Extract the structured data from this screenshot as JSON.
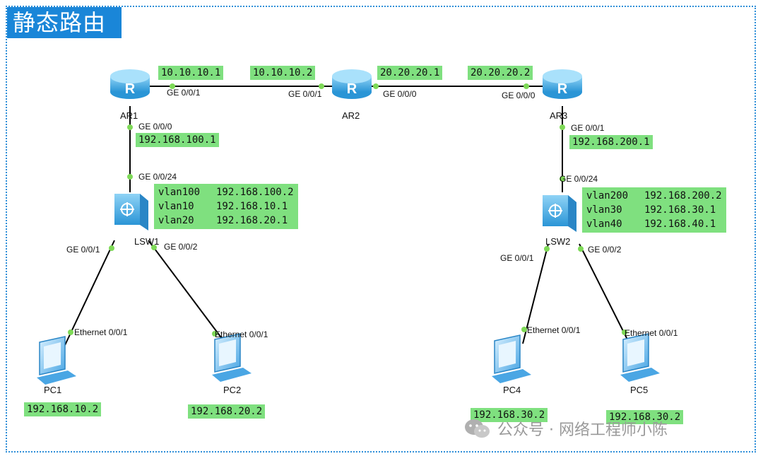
{
  "title": "静态路由",
  "devices": {
    "ar1": "AR1",
    "ar2": "AR2",
    "ar3": "AR3",
    "lsw1": "LSW1",
    "lsw2": "LSW2",
    "pc1": "PC1",
    "pc2": "PC2",
    "pc4": "PC4",
    "pc5": "PC5"
  },
  "ports": {
    "ar1_ge001": "GE 0/0/1",
    "ar2_ge001": "GE 0/0/1",
    "ar2_ge000": "GE 0/0/0",
    "ar3_ge000": "GE 0/0/0",
    "ar1_ge000": "GE 0/0/0",
    "lsw1_ge0024": "GE 0/0/24",
    "ar3_ge001": "GE 0/0/1",
    "lsw2_ge0024": "GE 0/0/24",
    "lsw1_ge001": "GE 0/0/1",
    "lsw1_ge002": "GE 0/0/2",
    "lsw2_ge001": "GE 0/0/1",
    "lsw2_ge002": "GE 0/0/2",
    "pc1_eth": "Ethernet 0/0/1",
    "pc2_eth": "Ethernet 0/0/1",
    "pc4_eth": "Ethernet 0/0/1",
    "pc5_eth": "Ethernet 0/0/1"
  },
  "ips": {
    "ar1_ge001": "10.10.10.1",
    "ar2_ge001": "10.10.10.2",
    "ar2_ge000": "20.20.20.1",
    "ar3_ge000": "20.20.20.2",
    "ar1_ge000": "192.168.100.1",
    "ar3_ge001": "192.168.200.1",
    "pc1": "192.168.10.2",
    "pc2": "192.168.20.2",
    "pc4": "192.168.30.2",
    "pc5": "192.168.30.2"
  },
  "lsw1_vlans": [
    {
      "vlan": "vlan100",
      "ip": "192.168.100.2"
    },
    {
      "vlan": "vlan10",
      "ip": "192.168.10.1"
    },
    {
      "vlan": "vlan20",
      "ip": "192.168.20.1"
    }
  ],
  "lsw2_vlans": [
    {
      "vlan": "vlan200",
      "ip": "192.168.200.2"
    },
    {
      "vlan": "vlan30",
      "ip": "192.168.30.1"
    },
    {
      "vlan": "vlan40",
      "ip": "192.168.40.1"
    }
  ],
  "watermark": "公众号 · 网络工程师小陈",
  "colors": {
    "title_bg": "#1a86d8",
    "ip_bg": "#7fe07f",
    "link": "#000000",
    "port_dot": "#7ed957",
    "device": "#55b4ea"
  }
}
